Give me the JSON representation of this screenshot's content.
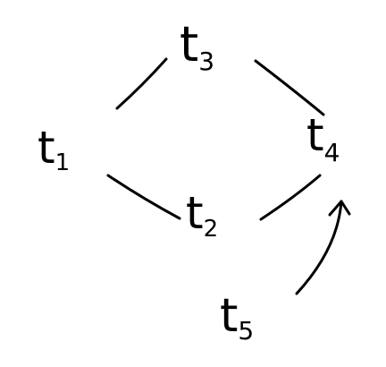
{
  "nodes": [
    {
      "id": "t1",
      "base": "t",
      "sub": "1"
    },
    {
      "id": "t2",
      "base": "t",
      "sub": "2"
    },
    {
      "id": "t3",
      "base": "t",
      "sub": "3"
    },
    {
      "id": "t4",
      "base": "t",
      "sub": "4"
    },
    {
      "id": "t5",
      "base": "t",
      "sub": "5"
    }
  ],
  "edges": [
    {
      "from": "t1",
      "to": "t3",
      "style": "line"
    },
    {
      "from": "t3",
      "to": "t4",
      "style": "line"
    },
    {
      "from": "t1",
      "to": "t2",
      "style": "line"
    },
    {
      "from": "t2",
      "to": "t4",
      "style": "line"
    },
    {
      "from": "t5",
      "to": "t4",
      "style": "arrow"
    }
  ],
  "colors": {
    "ink": "#000000",
    "background": "#ffffff"
  }
}
